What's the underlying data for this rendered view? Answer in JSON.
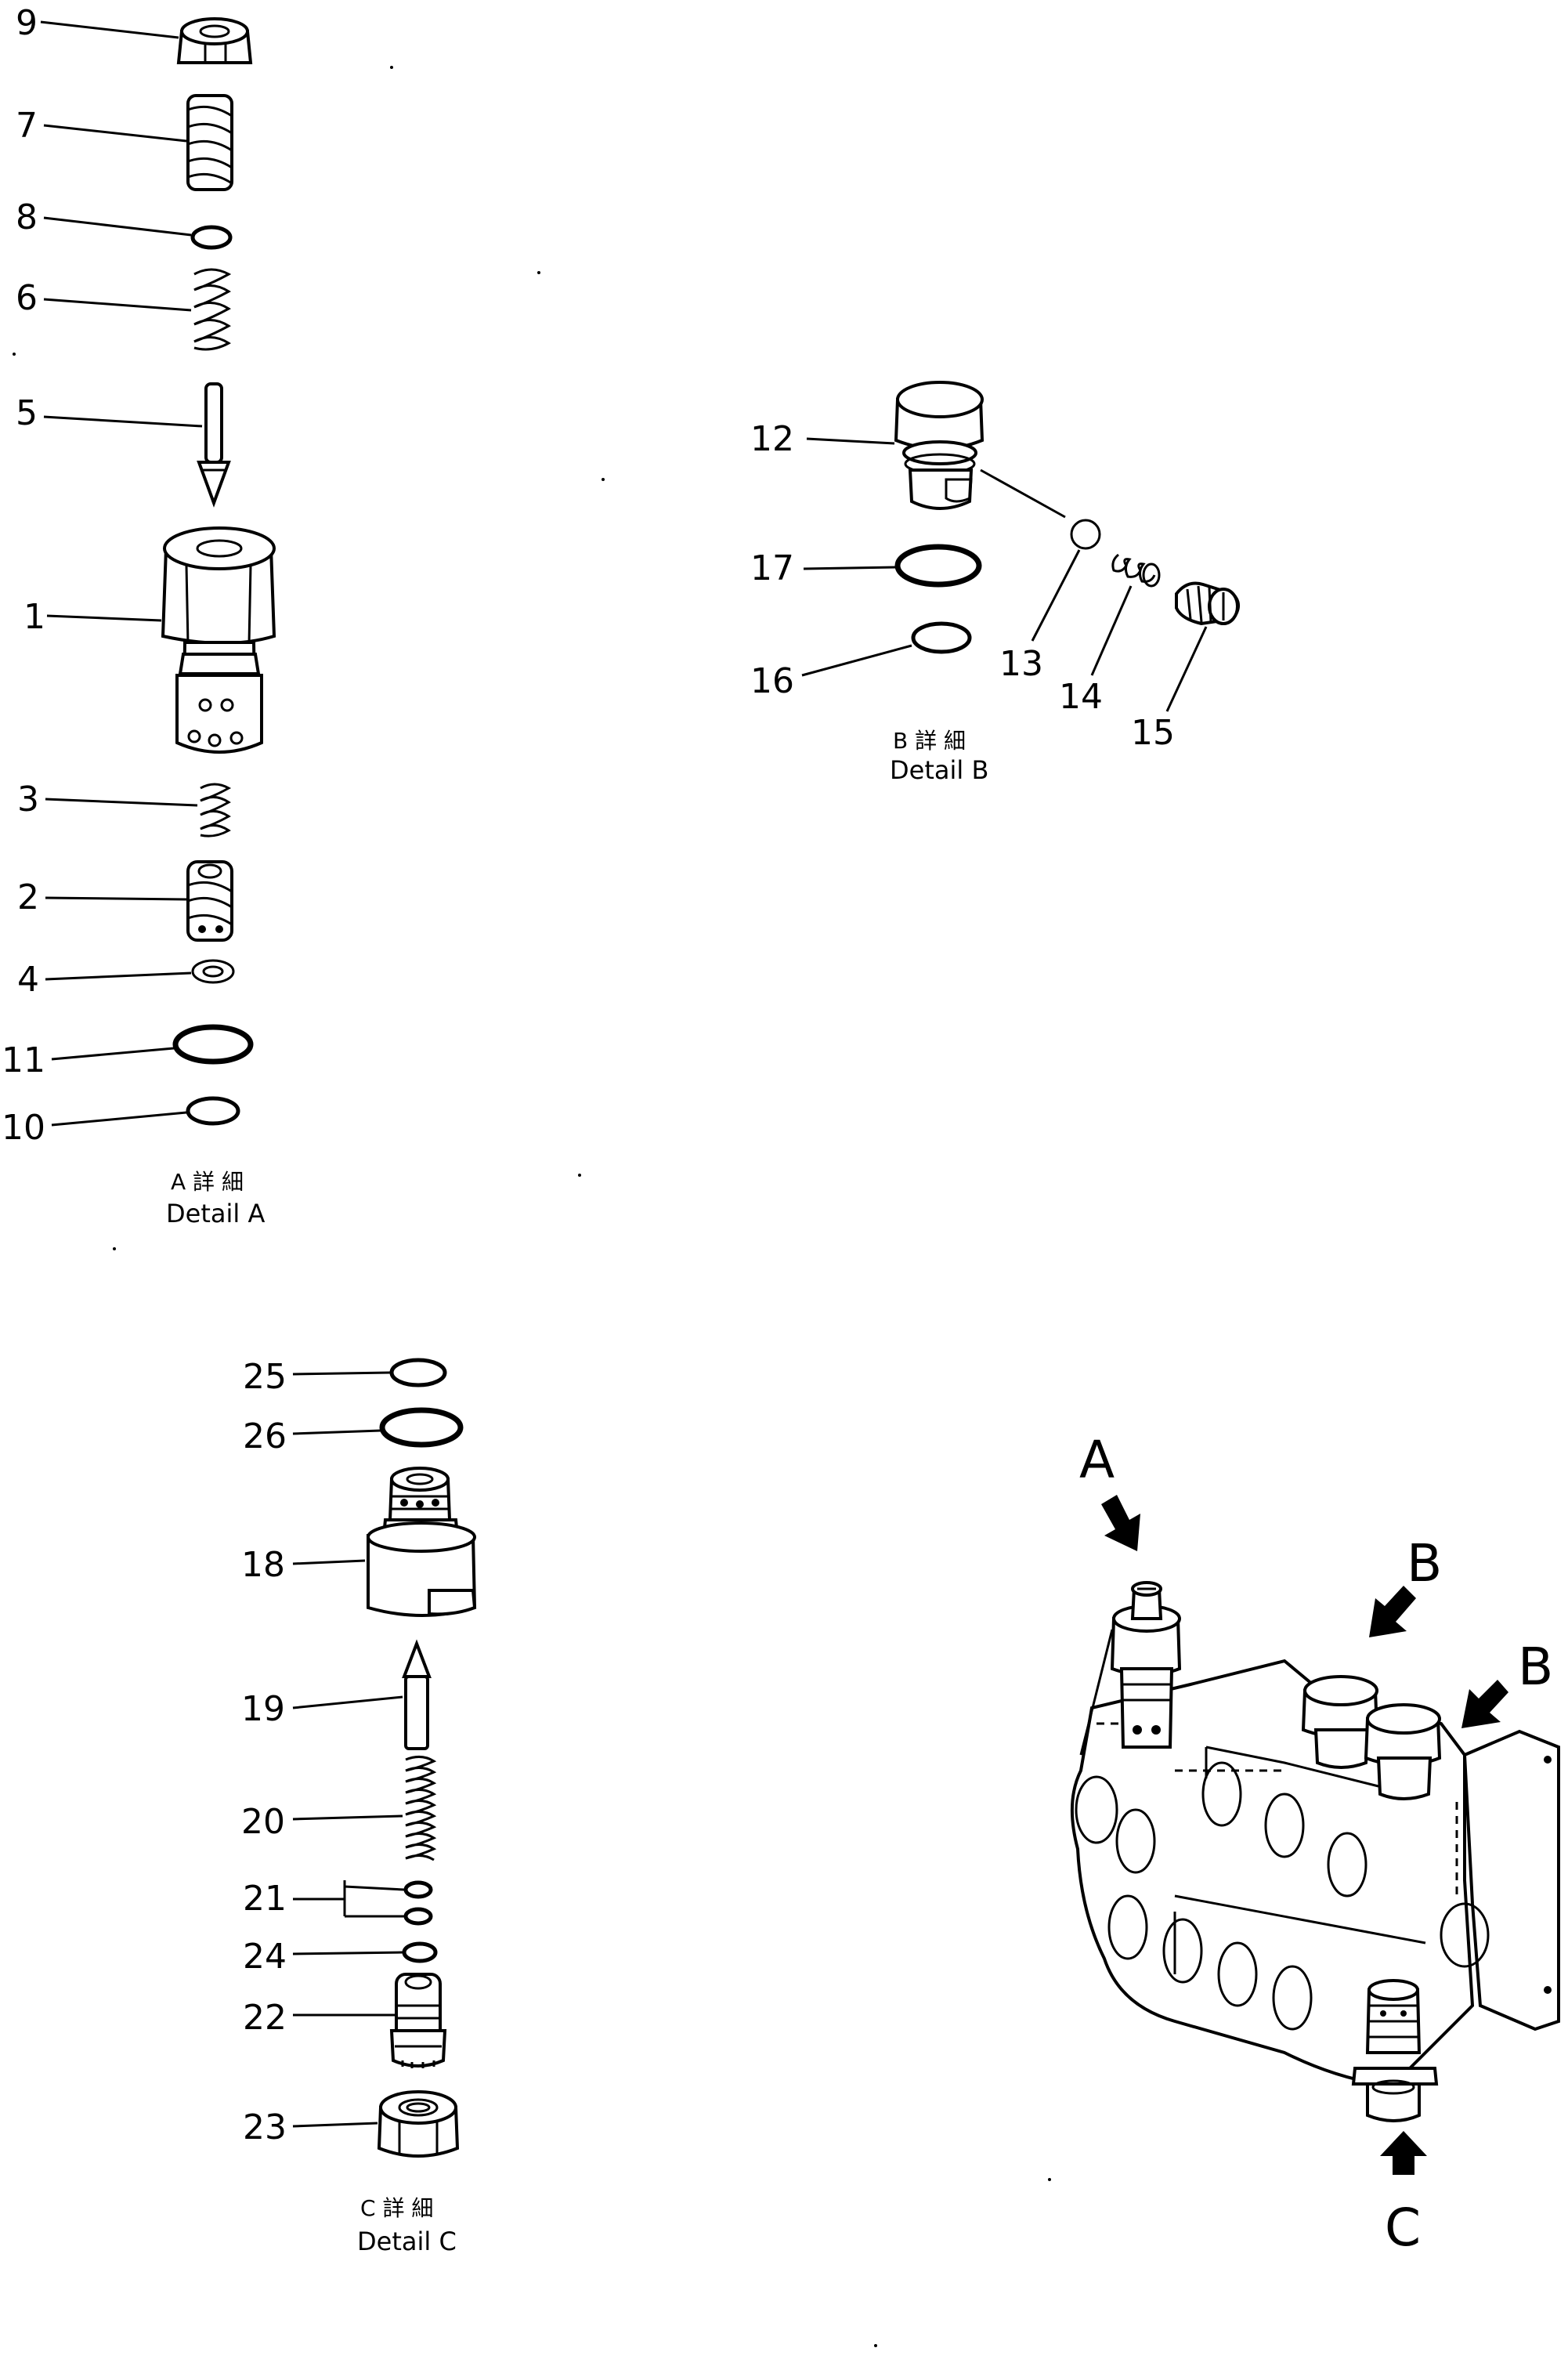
{
  "detail_a": {
    "callouts": [
      "9",
      "7",
      "8",
      "6",
      "5",
      "1",
      "3",
      "2",
      "4",
      "11",
      "10"
    ],
    "caption_jp": "A 詳 細",
    "caption_en": "Detail A"
  },
  "detail_b": {
    "callouts": [
      "12",
      "17",
      "16",
      "13",
      "14",
      "15"
    ],
    "caption_jp": "B 詳 細",
    "caption_en": "Detail B"
  },
  "detail_c": {
    "callouts": [
      "25",
      "26",
      "18",
      "19",
      "20",
      "21",
      "24",
      "22",
      "23"
    ],
    "caption_jp": "C 詳 細",
    "caption_en": "Detail C"
  },
  "assembly": {
    "markers": [
      "A",
      "B",
      "B",
      "C"
    ]
  }
}
